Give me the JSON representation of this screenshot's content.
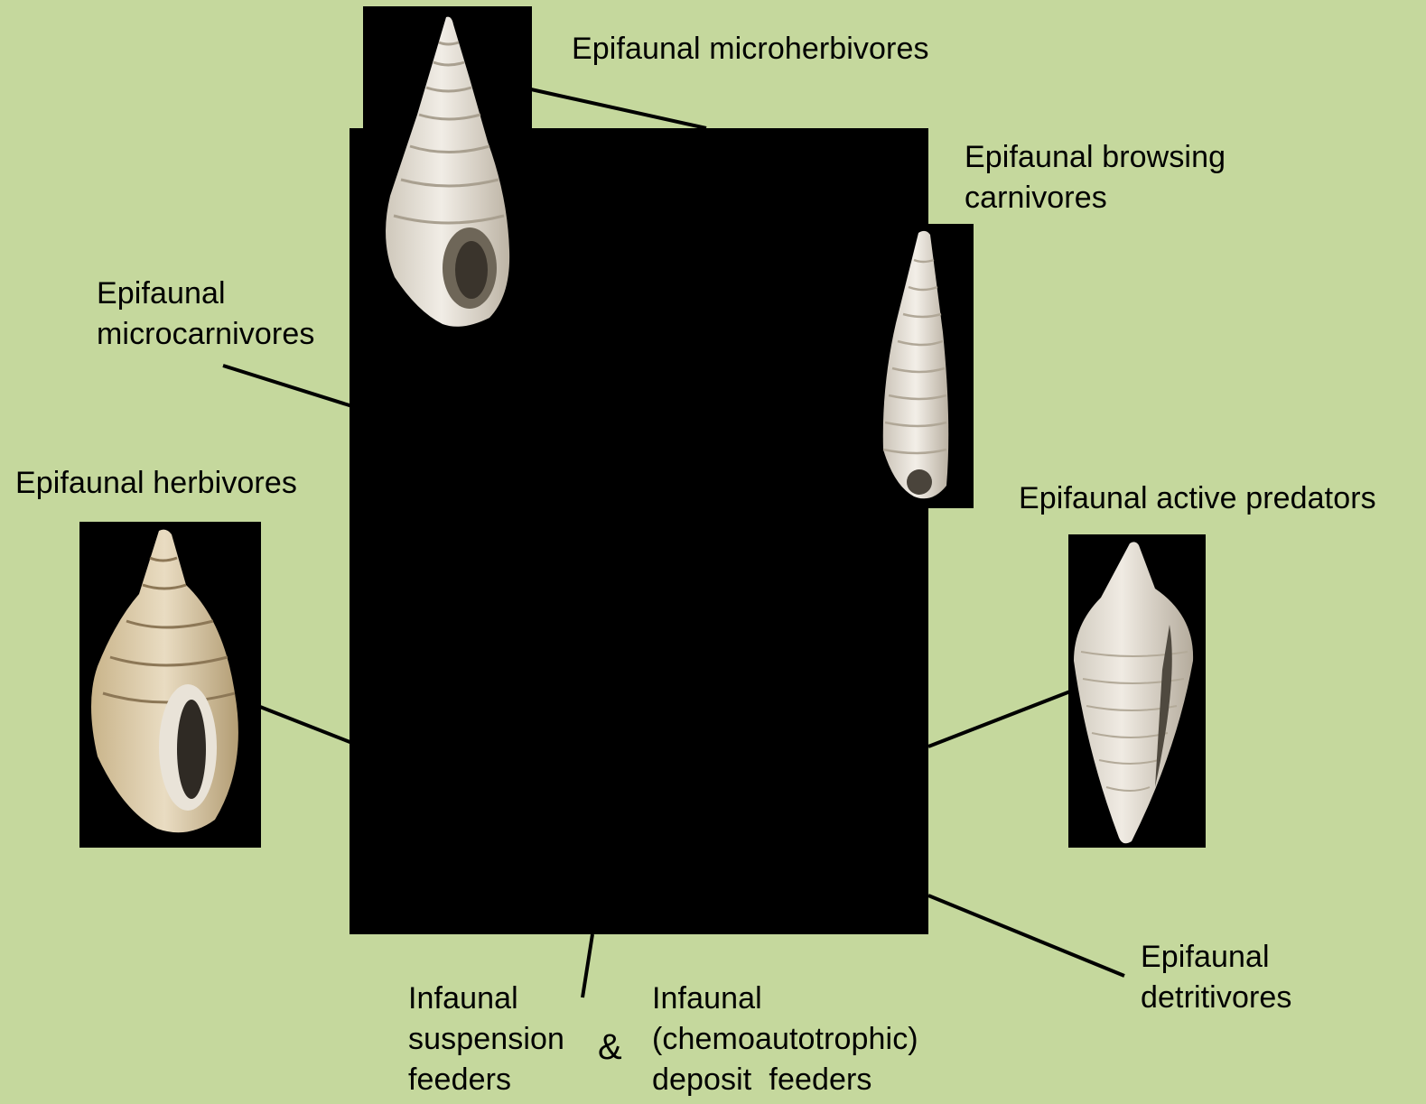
{
  "labels": {
    "microherbivores": "Epifaunal microherbivores",
    "browsing_carnivores": "Epifaunal browsing\ncarnivores",
    "microcarnivores": "Epifaunal\nmicrocarnivores",
    "herbivores": "Epifaunal herbivores",
    "active_predators": "Epifaunal active predators",
    "detritivores": "Epifaunal\ndetritivores",
    "suspension_feeders": "Infaunal\nsuspension\nfeeders",
    "ampersand": "&",
    "deposit_feeders": "Infaunal\n(chemoautotrophic)\ndeposit  feeders"
  },
  "colors": {
    "background": "#c5d89d",
    "block": "#000000",
    "shell": "#e6e0d4"
  }
}
